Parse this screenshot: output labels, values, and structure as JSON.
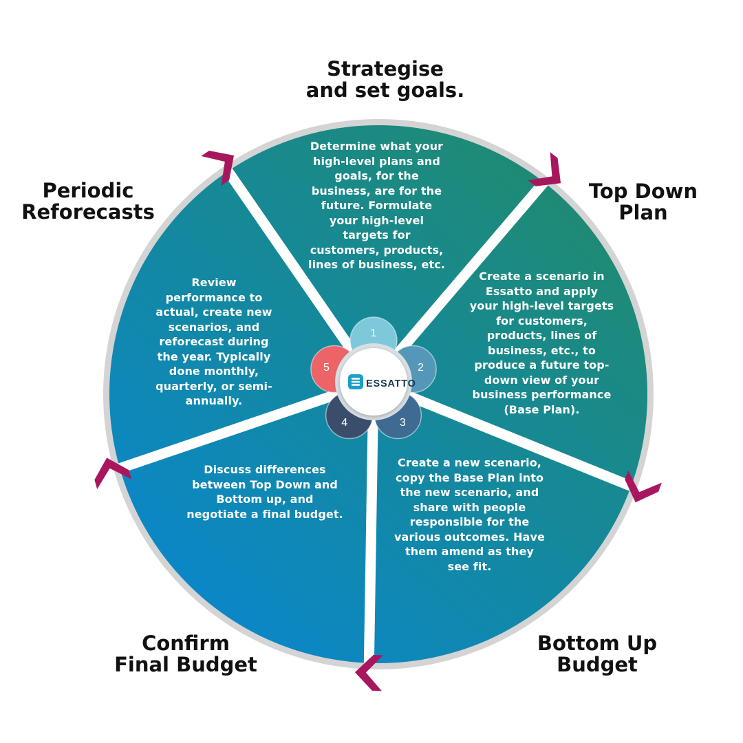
{
  "brand": {
    "logo_text": "ESSATTO"
  },
  "colors": {
    "ring": "#d4d4d4",
    "gradient_top": "#1f8a72",
    "gradient_bottom": "#0a87c9",
    "divider": "#ffffff",
    "arrow": "#a8175e",
    "petal_1": "#7ec8dc",
    "petal_2": "#5497b8",
    "petal_3": "#3f6a92",
    "petal_4": "#3a4d6a",
    "petal_5": "#ec6368"
  },
  "stages": [
    {
      "number": "1",
      "title": "Strategise\nand set goals.",
      "description": "Determine what your\nhigh-level plans and\ngoals, for the\nbusiness, are for the\nfuture. Formulate\nyour high-level\ntargets for\ncustomers, products,\nlines of business, etc."
    },
    {
      "number": "2",
      "title": "Top Down\nPlan",
      "description": "Create a scenario in\nEssatto and apply\nyour high-level targets\nfor customers,\nproducts, lines of\nbusiness, etc., to\nproduce a future top-\ndown view of your\nbusiness performance\n(Base Plan)."
    },
    {
      "number": "3",
      "title": "Bottom Up\nBudget",
      "description": "Create a new scenario,\ncopy the Base Plan into\nthe new scenario, and\nshare with people\nresponsible for the\nvarious outcomes. Have\nthem amend as they\nsee fit."
    },
    {
      "number": "4",
      "title": "Confirm\nFinal Budget",
      "description": "Discuss differences\nbetween Top Down and\nBottom up, and\nnegotiate a final budget."
    },
    {
      "number": "5",
      "title": "Periodic\nReforecasts",
      "description": "Review\nperformance to\nactual, create new\nscenarios, and\nreforecast during\nthe year. Typically\ndone monthly,\nquarterly, or semi-\nannually."
    }
  ]
}
